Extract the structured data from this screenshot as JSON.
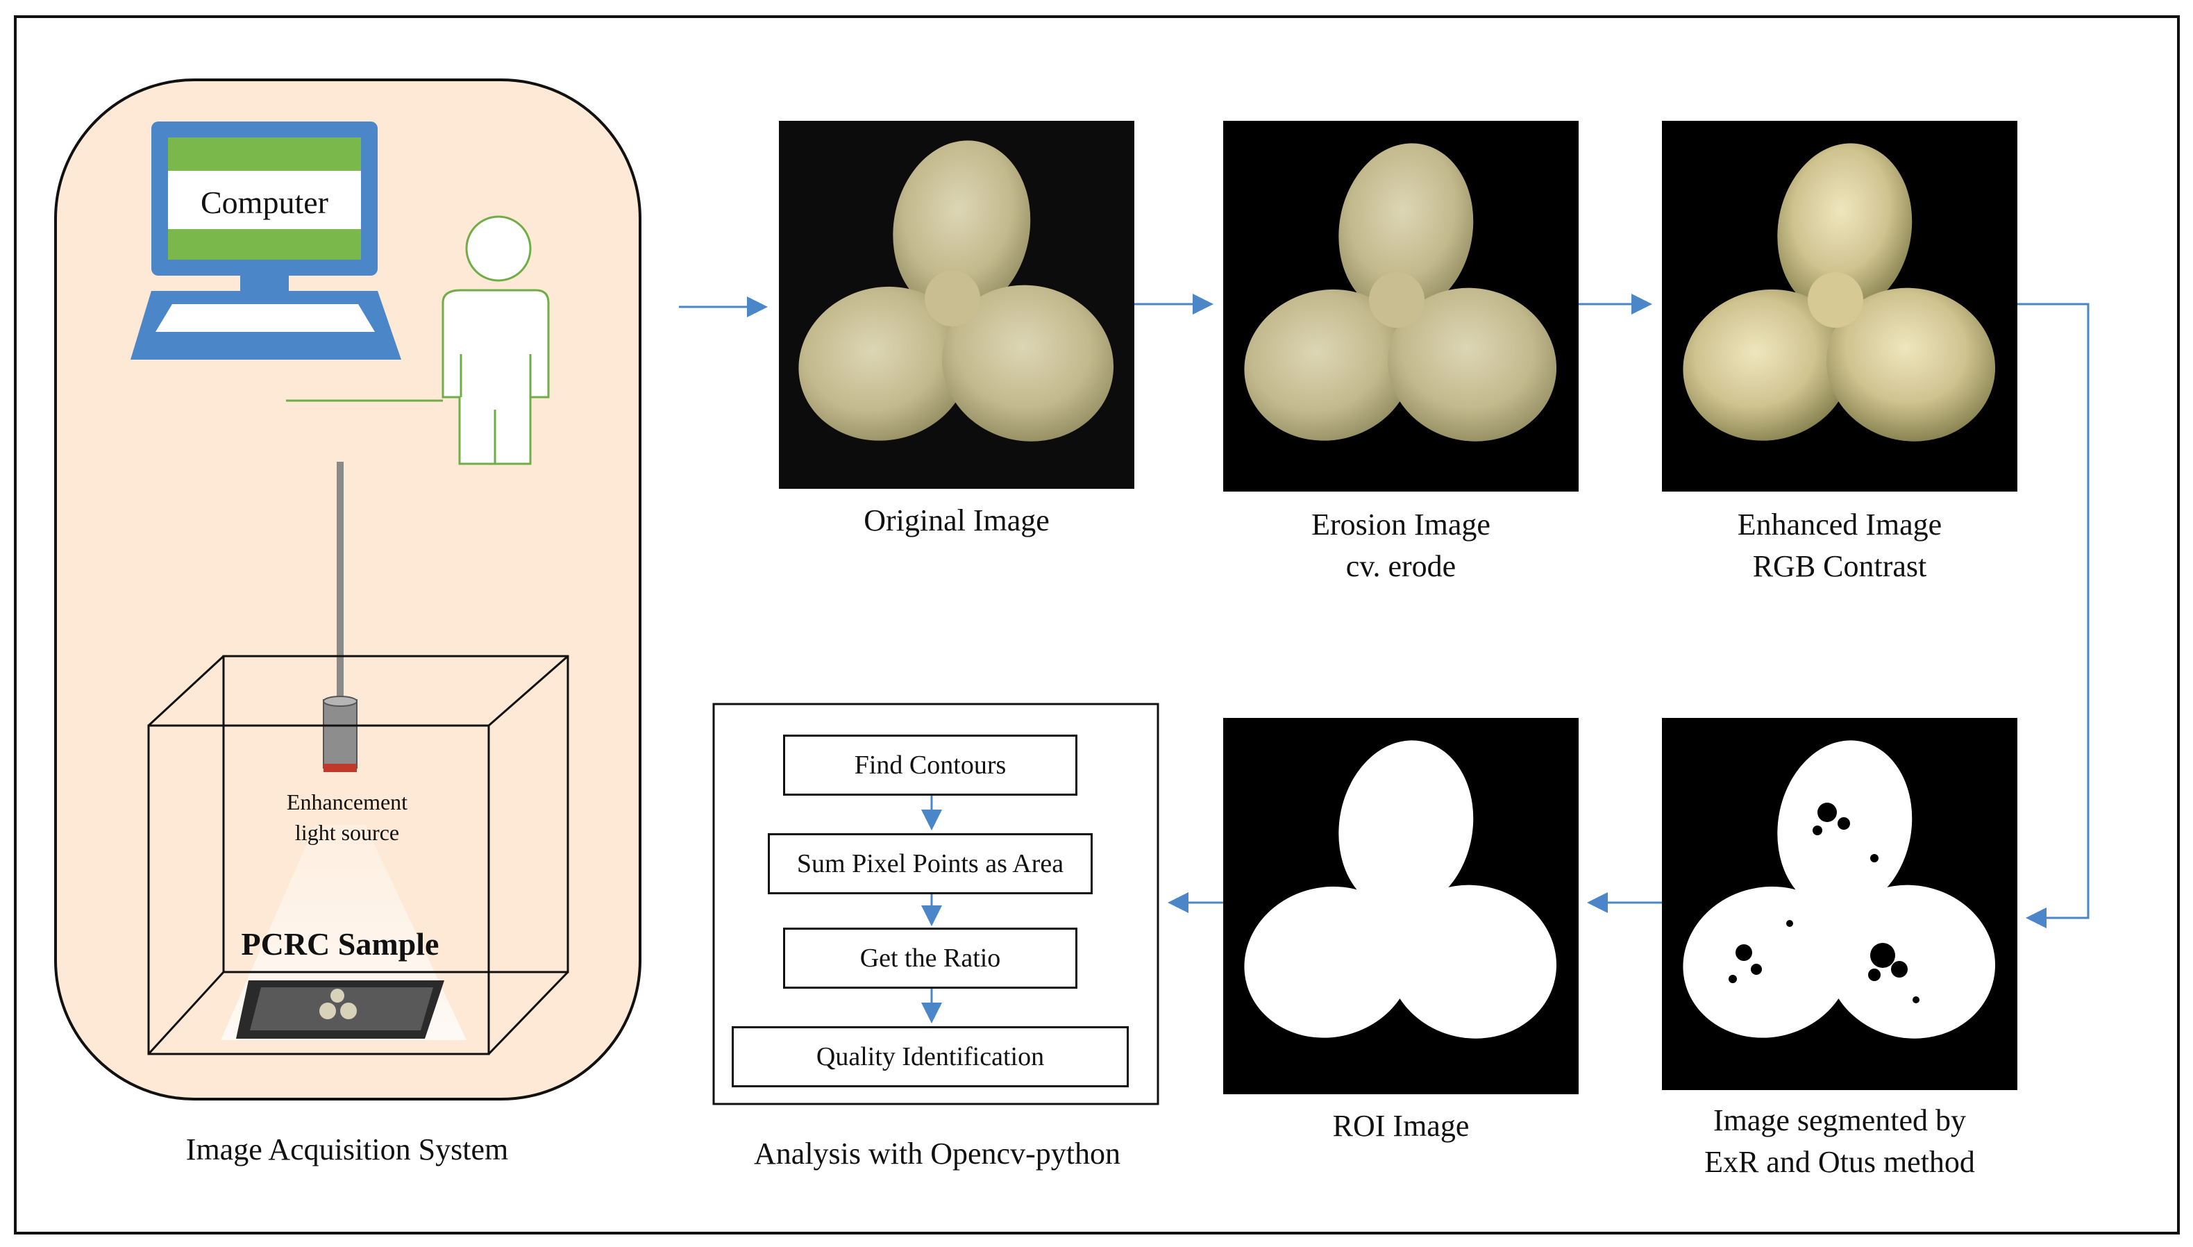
{
  "acquisition": {
    "computer_label": "Computer",
    "light_label_line1": "Enhancement",
    "light_label_line2": "light source",
    "sample_label": "PCRC Sample",
    "caption": "Image Acquisition System"
  },
  "pipeline": {
    "original_caption": "Original Image",
    "erosion_caption_line1": "Erosion Image",
    "erosion_caption_line2": "cv. erode",
    "enhanced_caption_line1": "Enhanced Image",
    "enhanced_caption_line2": "RGB Contrast",
    "segmented_caption_line1": "Image segmented by",
    "segmented_caption_line2": "ExR and Otus method",
    "roi_caption": "ROI Image"
  },
  "analysis": {
    "steps": [
      "Find Contours",
      "Sum Pixel Points as Area",
      "Get the Ratio",
      "Quality Identification"
    ],
    "caption": "Analysis with Opencv-python"
  },
  "colors": {
    "panel_fill": "#fde9d6",
    "monitor_blue": "#4a86c8",
    "screen_green": "#7ab84b",
    "person_green": "#70ad47",
    "arrow_blue": "#4a86c8",
    "sample_fill": "#c8bf9a",
    "sample_dark": "#6e6a46"
  }
}
